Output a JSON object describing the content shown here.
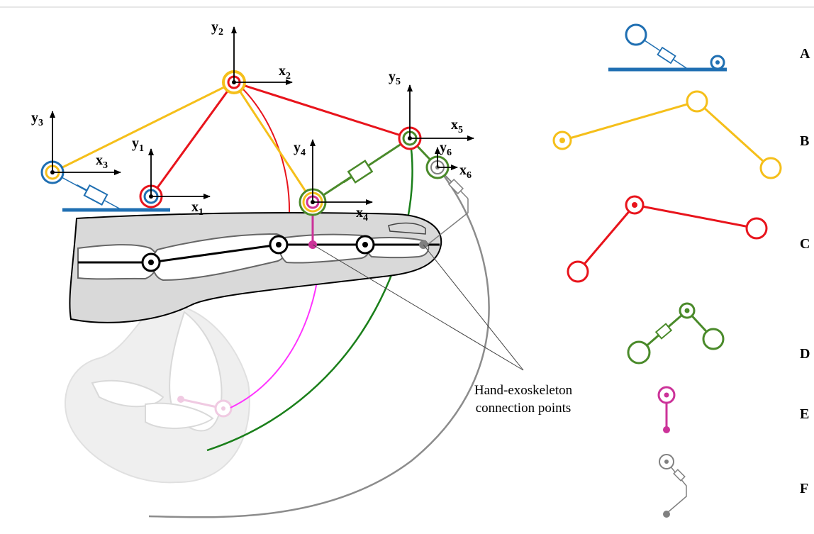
{
  "colors": {
    "blue": "#1f6fb2",
    "yellow": "#f5bf1a",
    "red": "#e8141c",
    "green": "#4a8a2a",
    "magenta": "#cc3399",
    "gray": "#808080",
    "finger_fill": "#d9d9d9",
    "ghost_fill": "#ececec"
  },
  "axes": [
    {
      "y": "y",
      "ys": "2",
      "x": "x",
      "xs": "2"
    },
    {
      "y": "y",
      "ys": "1",
      "x": "x",
      "xs": "1"
    },
    {
      "y": "y",
      "ys": "3",
      "x": "x",
      "xs": "3"
    },
    {
      "y": "y",
      "ys": "4",
      "x": "x",
      "xs": "4"
    },
    {
      "y": "y",
      "ys": "5",
      "x": "x",
      "xs": "5"
    },
    {
      "y": "y",
      "ys": "6",
      "x": "x",
      "xs": "6"
    }
  ],
  "legend": {
    "keys": [
      "A",
      "B",
      "C",
      "D",
      "E",
      "F"
    ],
    "icons": [
      "blue-ground-link",
      "yellow-link",
      "red-link",
      "green-link",
      "magenta-link",
      "gray-link"
    ]
  },
  "annotation": {
    "line1": "Hand-exoskeleton",
    "line2": "connection points"
  }
}
